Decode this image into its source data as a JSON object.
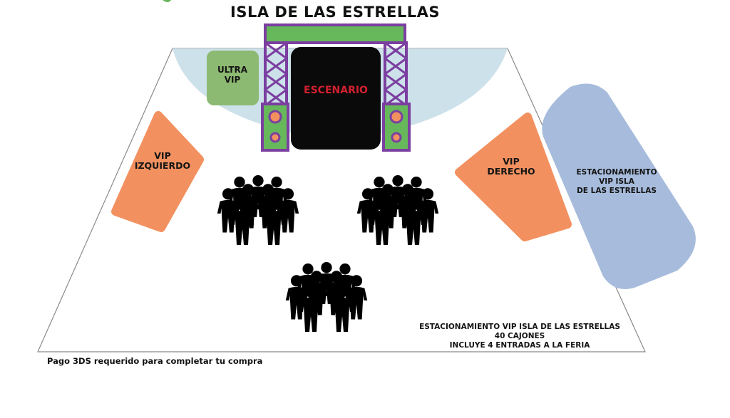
{
  "title": "ISLA DE LAS ESTRELLAS",
  "zones": {
    "ultra_vip": {
      "line1": "ULTRA",
      "line2": "VIP",
      "color": "#8dba72"
    },
    "stage": {
      "label": "ESCENARIO",
      "label_color": "#d2202f",
      "frame_color": "#7b3fa0",
      "top_color": "#67b85a"
    },
    "vip_left": {
      "line1": "VIP",
      "line2": "IZQUIERDO",
      "color": "#f2915f"
    },
    "vip_right": {
      "line1": "VIP",
      "line2": "DERECHO",
      "color": "#f2915f"
    },
    "parking": {
      "line1": "ESTACIONAMIENTO",
      "line2": "VIP ISLA",
      "line3": "DE LAS ESTRELLAS",
      "color": "#a7bcdc"
    }
  },
  "front_area_color": "#cde1ea",
  "crowd_icons": [
    "crowd-icon",
    "crowd-icon",
    "crowd-icon"
  ],
  "parking_note": {
    "line1": "ESTACIONAMIENTO VIP ISLA DE LAS ESTRELLAS",
    "line2": "40 CAJONES",
    "line3": "INCLUYE 4 ENTRADAS A LA FERIA"
  },
  "payment_notice": "Pago 3DS requerido para completar tu compra"
}
